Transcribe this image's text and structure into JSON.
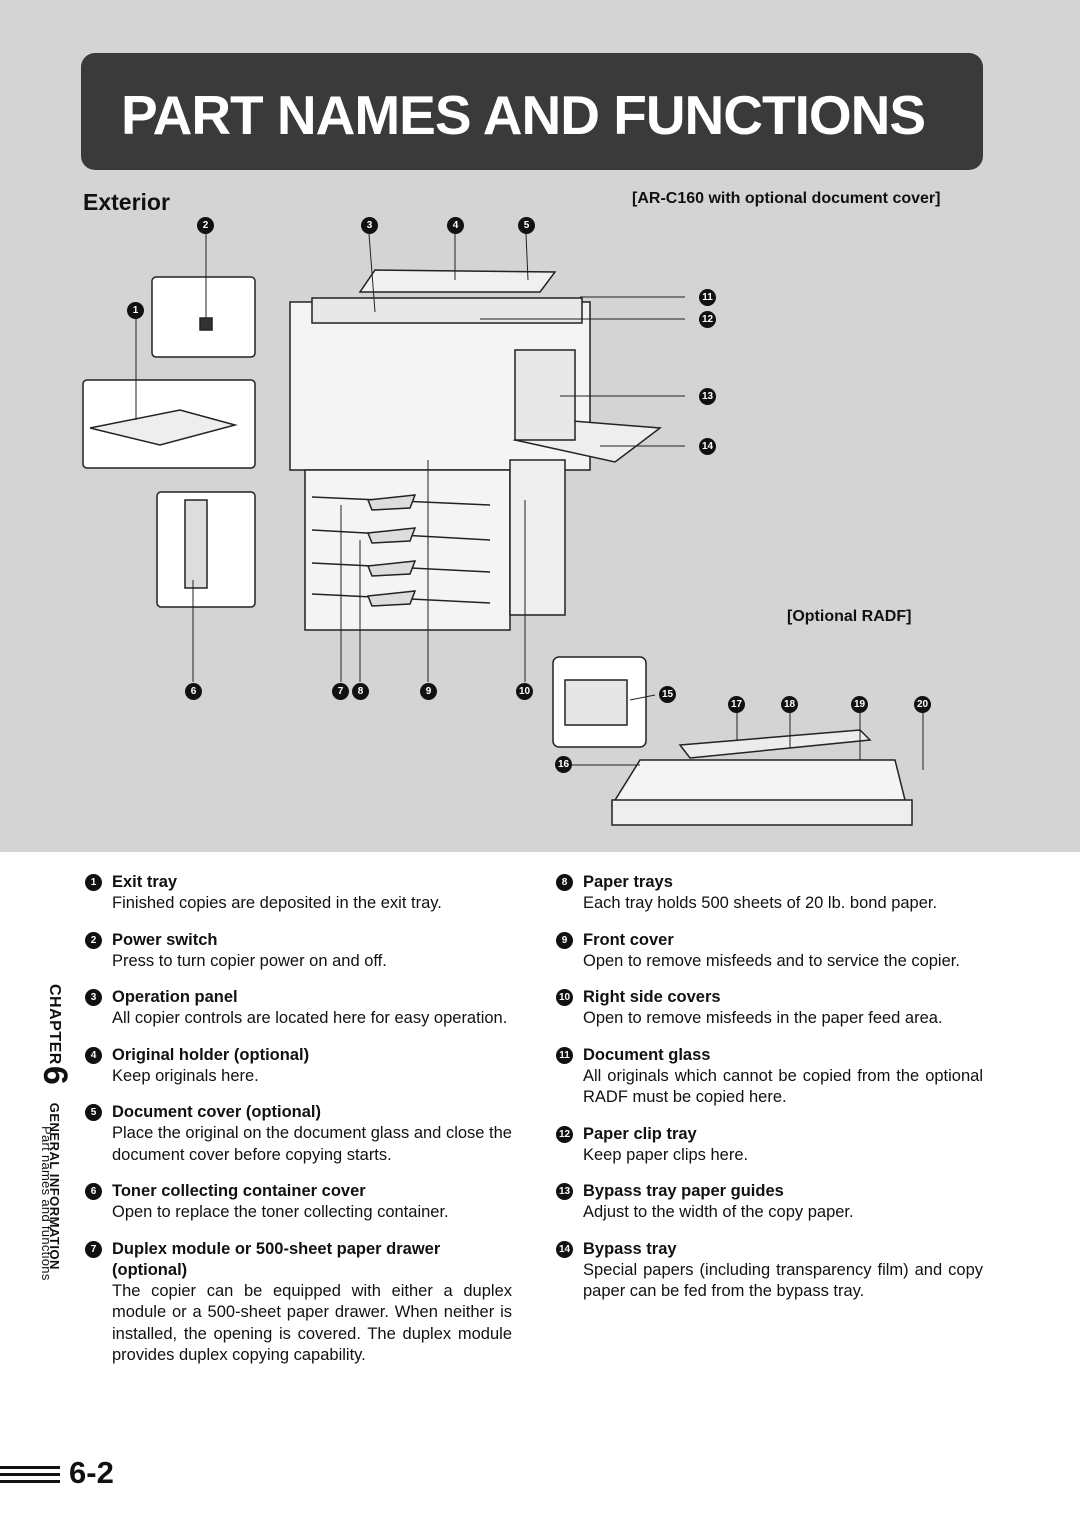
{
  "title": "PART NAMES AND FUNCTIONS",
  "section": "Exterior",
  "diagram_labels": {
    "main_model": "[AR-C160 with optional document cover]",
    "radf": "[Optional RADF]"
  },
  "callouts": [
    "1",
    "2",
    "3",
    "4",
    "5",
    "6",
    "7",
    "8",
    "9",
    "10",
    "11",
    "12",
    "13",
    "14",
    "15",
    "16",
    "17",
    "18",
    "19",
    "20"
  ],
  "parts_left": [
    {
      "num": "1",
      "name": "Exit tray",
      "desc": "Finished copies are deposited in the exit tray."
    },
    {
      "num": "2",
      "name": "Power switch",
      "desc": "Press to turn copier power on and off."
    },
    {
      "num": "3",
      "name": "Operation panel",
      "desc": "All copier controls are located here for easy operation."
    },
    {
      "num": "4",
      "name": "Original holder (optional)",
      "desc": "Keep originals here."
    },
    {
      "num": "5",
      "name": "Document cover (optional)",
      "desc": "Place the original on the document glass and close the document cover before copying starts."
    },
    {
      "num": "6",
      "name": "Toner collecting container cover",
      "desc": "Open to replace the toner collecting container."
    },
    {
      "num": "7",
      "name": "Duplex module or 500-sheet paper drawer (optional)",
      "desc": "The copier can be equipped with either a duplex module or a 500-sheet paper drawer. When neither is installed, the opening is covered. The duplex module provides duplex copying capability."
    }
  ],
  "parts_right": [
    {
      "num": "8",
      "name": "Paper trays",
      "desc": "Each tray holds 500 sheets of 20 lb. bond paper."
    },
    {
      "num": "9",
      "name": "Front cover",
      "desc": "Open to remove misfeeds and to service the copier."
    },
    {
      "num": "10",
      "name": "Right side covers",
      "desc": "Open to remove misfeeds in the paper feed area."
    },
    {
      "num": "11",
      "name": "Document glass",
      "desc": "All originals which cannot be copied from the optional RADF must be copied here."
    },
    {
      "num": "12",
      "name": "Paper clip tray",
      "desc": "Keep paper clips here."
    },
    {
      "num": "13",
      "name": "Bypass tray paper guides",
      "desc": "Adjust to the width of the copy paper."
    },
    {
      "num": "14",
      "name": "Bypass tray",
      "desc": "Special papers (including transparency film) and copy paper can be fed from the bypass tray."
    }
  ],
  "chapter": {
    "word": "CHAPTER",
    "number": "6",
    "title": "GENERAL INFORMATION",
    "subtitle": "Part names and functions"
  },
  "page_number": "6-2"
}
